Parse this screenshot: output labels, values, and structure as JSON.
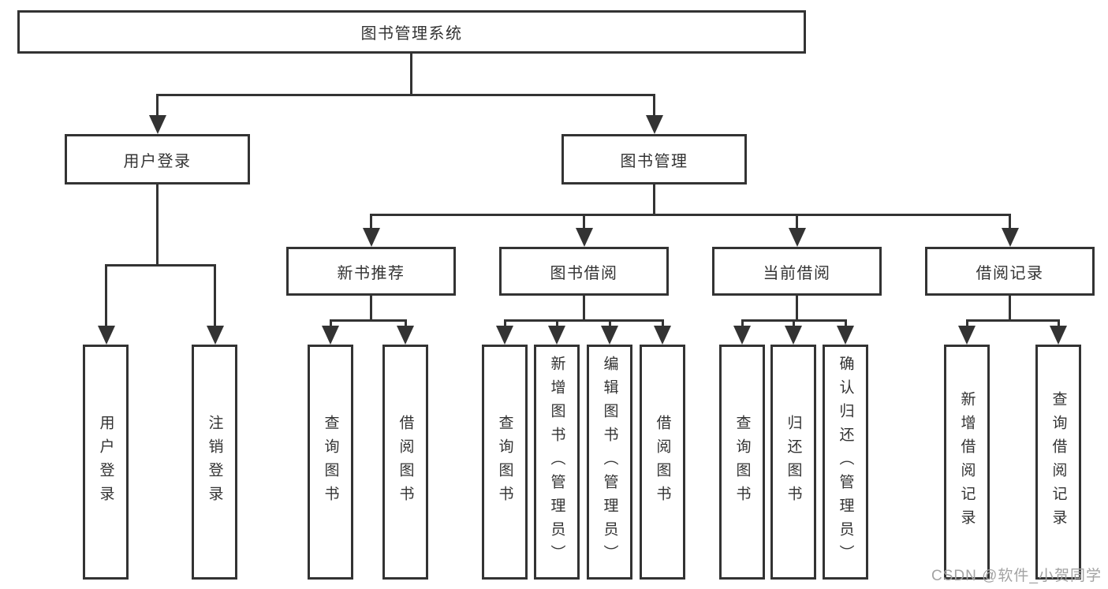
{
  "colors": {
    "line": "#333333",
    "box_border": "#333333",
    "text": "#333333",
    "watermark": "#a3a3a3",
    "background": "#ffffff"
  },
  "root": {
    "label": "图书管理系统"
  },
  "branches": [
    {
      "label": "用户登录",
      "leaves": [
        "用户登录",
        "注销登录"
      ]
    },
    {
      "label": "图书管理",
      "sections": [
        {
          "label": "新书推荐",
          "leaves": [
            "查询图书",
            "借阅图书"
          ]
        },
        {
          "label": "图书借阅",
          "leaves": [
            "查询图书",
            "新增图书（管理员）",
            "编辑图书（管理员）",
            "借阅图书"
          ]
        },
        {
          "label": "当前借阅",
          "leaves": [
            "查询图书",
            "归还图书",
            "确认归还（管理员）"
          ]
        },
        {
          "label": "借阅记录",
          "leaves": [
            "新增借阅记录",
            "查询借阅记录"
          ]
        }
      ]
    }
  ],
  "watermark": {
    "text": "CSDN @软件_小贺同学"
  }
}
